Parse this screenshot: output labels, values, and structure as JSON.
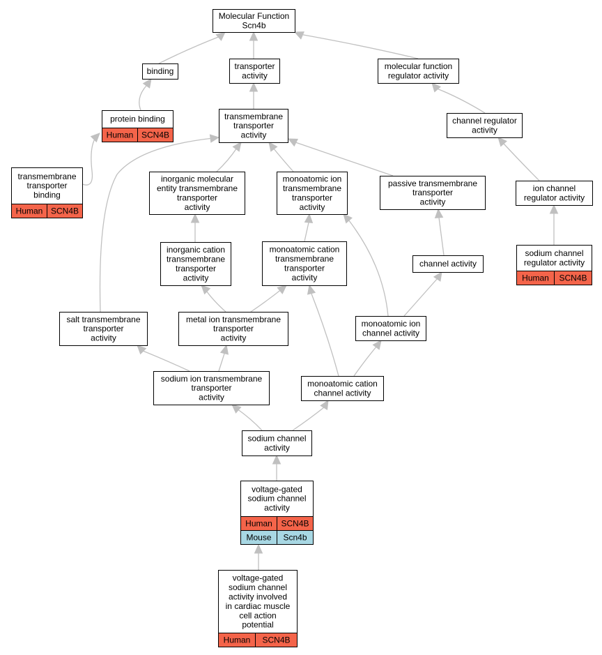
{
  "colors": {
    "human": "#f4644a",
    "mouse": "#a8d8e4",
    "edge": "#c0c0c0"
  },
  "nodes": {
    "root": {
      "lines": [
        "Molecular Function",
        "Scn4b"
      ]
    },
    "binding": {
      "lines": [
        "binding"
      ]
    },
    "transporter": {
      "lines": [
        "transporter",
        "activity"
      ]
    },
    "mfreg": {
      "lines": [
        "molecular function",
        "regulator activity"
      ]
    },
    "protbind": {
      "lines": [
        "protein binding"
      ],
      "badges": [
        [
          "Human",
          "SCN4B"
        ]
      ]
    },
    "tmtrans": {
      "lines": [
        "transmembrane",
        "transporter",
        "activity"
      ]
    },
    "chanreg": {
      "lines": [
        "channel regulator",
        "activity"
      ]
    },
    "tmbind": {
      "lines": [
        "transmembrane",
        "transporter",
        "binding"
      ],
      "badges": [
        [
          "Human",
          "SCN4B"
        ]
      ]
    },
    "inorgmol": {
      "lines": [
        "inorganic molecular",
        "entity transmembrane",
        "transporter",
        "activity"
      ]
    },
    "monoion": {
      "lines": [
        "monoatomic ion",
        "transmembrane",
        "transporter",
        "activity"
      ]
    },
    "passive": {
      "lines": [
        "passive transmembrane",
        "transporter",
        "activity"
      ]
    },
    "ionchanreg": {
      "lines": [
        "ion channel",
        "regulator activity"
      ]
    },
    "inorgcat": {
      "lines": [
        "inorganic cation",
        "transmembrane",
        "transporter",
        "activity"
      ]
    },
    "monocat": {
      "lines": [
        "monoatomic cation",
        "transmembrane",
        "transporter",
        "activity"
      ]
    },
    "chanact": {
      "lines": [
        "channel activity"
      ]
    },
    "sodchanreg": {
      "lines": [
        "sodium channel",
        "regulator activity"
      ],
      "badges": [
        [
          "Human",
          "SCN4B"
        ]
      ]
    },
    "salt": {
      "lines": [
        "salt transmembrane",
        "transporter",
        "activity"
      ]
    },
    "metal": {
      "lines": [
        "metal ion transmembrane",
        "transporter",
        "activity"
      ]
    },
    "monoionchan": {
      "lines": [
        "monoatomic ion",
        "channel activity"
      ]
    },
    "sodiontm": {
      "lines": [
        "sodium ion transmembrane",
        "transporter",
        "activity"
      ]
    },
    "monocatchan": {
      "lines": [
        "monoatomic cation",
        "channel activity"
      ]
    },
    "sodchan": {
      "lines": [
        "sodium channel",
        "activity"
      ]
    },
    "vgsc": {
      "lines": [
        "voltage-gated",
        "sodium channel",
        "activity"
      ],
      "badges": [
        [
          "Human",
          "SCN4B"
        ],
        [
          "Mouse",
          "Scn4b"
        ]
      ]
    },
    "vgsccardiac": {
      "lines": [
        "voltage-gated",
        "sodium channel",
        "activity involved",
        "in cardiac muscle",
        "cell action",
        "potential"
      ],
      "badges": [
        [
          "Human",
          "SCN4B"
        ]
      ]
    }
  }
}
